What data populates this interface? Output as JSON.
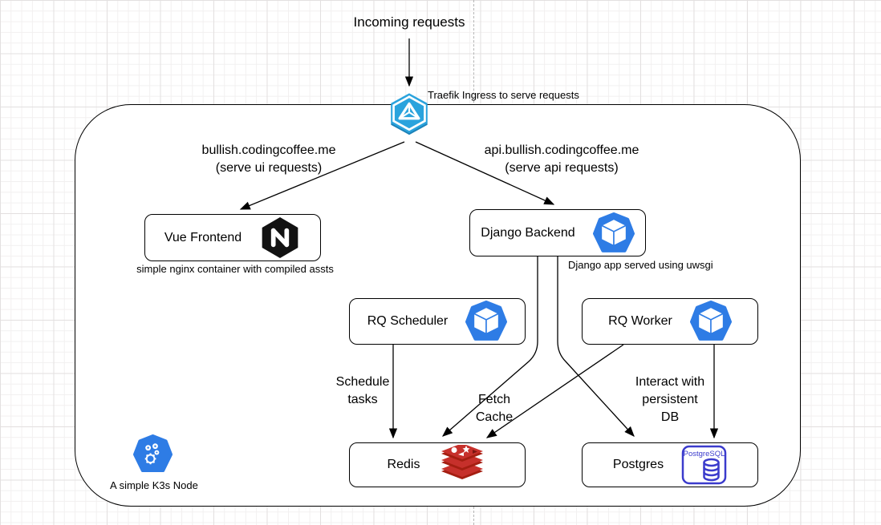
{
  "diagram": {
    "incoming_label": "Incoming requests",
    "traefik_caption": "Traefik Ingress to serve requests",
    "routes": {
      "ui": {
        "line1": "bullish.codingcoffee.me",
        "line2": "(serve ui requests)"
      },
      "api": {
        "line1": "api.bullish.codingcoffee.me",
        "line2": "(serve api requests)"
      }
    },
    "nodes": {
      "vue": {
        "label": "Vue Frontend",
        "caption": "simple nginx container with compiled assts"
      },
      "django": {
        "label": "Django Backend",
        "caption": "Django app served using uwsgi"
      },
      "rq_scheduler": {
        "label": "RQ Scheduler"
      },
      "rq_worker": {
        "label": "RQ Worker"
      },
      "redis": {
        "label": "Redis"
      },
      "postgres": {
        "label": "Postgres",
        "icon_text": "PostgreSQL"
      }
    },
    "edges": {
      "schedule": {
        "label_lines": [
          "Schedule",
          "tasks"
        ]
      },
      "fetch": {
        "label_lines": [
          "Fetch",
          "Cache"
        ]
      },
      "interact": {
        "label_lines": [
          "Interact with",
          "persistent",
          "DB"
        ]
      }
    },
    "k3s_caption": "A simple K3s Node",
    "colors": {
      "container_blue": "#2e7ce5",
      "traefik_blue": "#2aa3dd",
      "traefik_dark_blue": "#1c82b8",
      "nginx_black": "#121212",
      "redis_red": "#c6302b",
      "redis_dark_red": "#a41e11",
      "postgres_blue": "#3b3bcc",
      "k3s_blue": "#2e7ce5",
      "edge_black": "#000000",
      "grid_minor": "#f2f0f0",
      "grid_major": "#e3e0e0"
    }
  }
}
